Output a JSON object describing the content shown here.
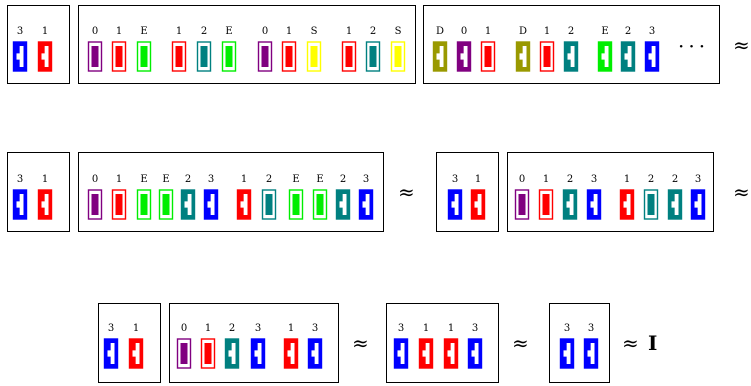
{
  "colors": {
    "3": "#0000ff",
    "1": "#ff0000",
    "0": "#800080",
    "2": "#008080",
    "E": "#00ee00",
    "S": "#ffff00",
    "D": "#999900"
  },
  "symbols": {
    "approx": "≈",
    "ellipsis": "···",
    "identity": "I"
  },
  "rows": [
    {
      "groups": [
        {
          "tiles": [
            {
              "label": "3",
              "filled": true
            },
            {
              "label": "1",
              "filled": true
            }
          ]
        },
        {
          "tiles": [
            {
              "label": "0",
              "filled": false
            },
            {
              "label": "1",
              "filled": false
            },
            {
              "label": "E",
              "filled": false
            },
            {
              "label": "1",
              "filled": false
            },
            {
              "label": "2",
              "filled": false
            },
            {
              "label": "E",
              "filled": false
            },
            {
              "label": "0",
              "filled": false
            },
            {
              "label": "1",
              "filled": false
            },
            {
              "label": "S",
              "filled": false
            },
            {
              "label": "1",
              "filled": false
            },
            {
              "label": "2",
              "filled": false
            },
            {
              "label": "S",
              "filled": false
            }
          ]
        },
        {
          "tiles": [
            {
              "label": "D",
              "filled": true
            },
            {
              "label": "0",
              "filled": true
            },
            {
              "label": "1",
              "filled": false
            },
            {
              "label": "D",
              "filled": true
            },
            {
              "label": "1",
              "filled": false
            },
            {
              "label": "2",
              "filled": true
            },
            {
              "label": "E",
              "filled": true
            },
            {
              "label": "2",
              "filled": true
            },
            {
              "label": "3",
              "filled": true
            }
          ]
        }
      ]
    },
    {
      "groups": [
        {
          "tiles": [
            {
              "label": "3",
              "filled": true
            },
            {
              "label": "1",
              "filled": true
            }
          ]
        },
        {
          "tiles": [
            {
              "label": "0",
              "filled": false
            },
            {
              "label": "1",
              "filled": false
            },
            {
              "label": "E",
              "filled": false
            },
            {
              "label": "E",
              "filled": false
            },
            {
              "label": "2",
              "filled": true
            },
            {
              "label": "3",
              "filled": true
            },
            {
              "label": "1",
              "filled": true
            },
            {
              "label": "2",
              "filled": false
            },
            {
              "label": "E",
              "filled": false
            },
            {
              "label": "E",
              "filled": false
            },
            {
              "label": "2",
              "filled": true
            },
            {
              "label": "3",
              "filled": true
            }
          ]
        },
        {
          "tiles": [
            {
              "label": "3",
              "filled": true
            },
            {
              "label": "1",
              "filled": true
            }
          ]
        },
        {
          "tiles": [
            {
              "label": "0",
              "filled": false
            },
            {
              "label": "1",
              "filled": false
            },
            {
              "label": "2",
              "filled": true
            },
            {
              "label": "3",
              "filled": true
            },
            {
              "label": "1",
              "filled": true
            },
            {
              "label": "2",
              "filled": false
            },
            {
              "label": "2",
              "filled": true
            },
            {
              "label": "3",
              "filled": true
            }
          ]
        }
      ]
    },
    {
      "groups": [
        {
          "tiles": [
            {
              "label": "3",
              "filled": true
            },
            {
              "label": "1",
              "filled": true
            }
          ]
        },
        {
          "tiles": [
            {
              "label": "0",
              "filled": false
            },
            {
              "label": "1",
              "filled": false
            },
            {
              "label": "2",
              "filled": true
            },
            {
              "label": "3",
              "filled": true
            },
            {
              "label": "1",
              "filled": true
            },
            {
              "label": "3",
              "filled": true
            }
          ]
        },
        {
          "tiles": [
            {
              "label": "3",
              "filled": true
            },
            {
              "label": "1",
              "filled": true
            },
            {
              "label": "1",
              "filled": true
            },
            {
              "label": "3",
              "filled": true
            }
          ]
        },
        {
          "tiles": [
            {
              "label": "3",
              "filled": true
            },
            {
              "label": "3",
              "filled": true
            }
          ]
        }
      ]
    }
  ]
}
